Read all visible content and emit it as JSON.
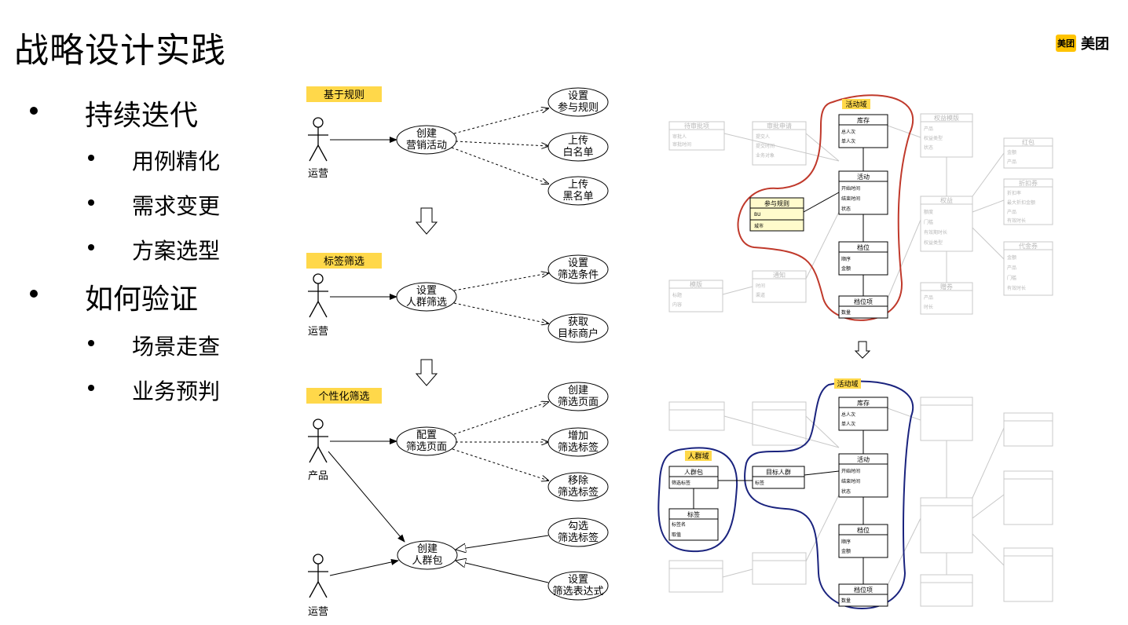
{
  "header": {
    "title": "战略设计实践",
    "logo_badge": "美团",
    "logo_text": "美团"
  },
  "outline": {
    "items": [
      {
        "label": "持续迭代",
        "level": 1
      },
      {
        "label": "用例精化",
        "level": 2
      },
      {
        "label": "需求变更",
        "level": 2
      },
      {
        "label": "方案选型",
        "level": 2
      },
      {
        "label": "如何验证",
        "level": 1
      },
      {
        "label": "场景走查",
        "level": 2
      },
      {
        "label": "业务预判",
        "level": 2
      }
    ]
  },
  "usecase": {
    "sections": [
      {
        "tag": "基于规则",
        "actor": "运营",
        "main": [
          "创建",
          "营销活动"
        ],
        "cases": [
          [
            "设置",
            "参与规则"
          ],
          [
            "上传",
            "白名单"
          ],
          [
            "上传",
            "黑名单"
          ]
        ]
      },
      {
        "tag": "标签筛选",
        "actor": "运营",
        "main": [
          "设置",
          "人群筛选"
        ],
        "cases": [
          [
            "设置",
            "筛选条件"
          ],
          [
            "获取",
            "目标商户"
          ]
        ]
      },
      {
        "tag": "个性化筛选",
        "actor": "产品",
        "main": [
          "配置",
          "筛选页面"
        ],
        "cases": [
          [
            "创建",
            "筛选页面"
          ],
          [
            "增加",
            "筛选标签"
          ],
          [
            "移除",
            "筛选标签"
          ]
        ]
      }
    ],
    "bottom": {
      "actor": "运营",
      "main": [
        "创建",
        "人群包"
      ],
      "cases": [
        [
          "勾选",
          "筛选标签"
        ],
        [
          "设置",
          "筛选表达式"
        ]
      ]
    }
  },
  "domain_top": {
    "region": "活动域",
    "core": [
      {
        "name": "库存",
        "attrs": [
          "总人次",
          "单人次"
        ]
      },
      {
        "name": "活动",
        "attrs": [
          "开始时间",
          "结束时间",
          "状态"
        ]
      },
      {
        "name": "参与规则",
        "attrs": [
          "BU",
          "城市"
        ]
      },
      {
        "name": "档位",
        "attrs": [
          "顺序",
          "金额"
        ]
      },
      {
        "name": "档位项",
        "attrs": [
          "数量"
        ]
      }
    ],
    "faded": [
      {
        "name": "待审批项",
        "attrs": [
          "审批人",
          "审批时间"
        ]
      },
      {
        "name": "审批申请",
        "attrs": [
          "提交人",
          "提交时间",
          "业务对象"
        ]
      },
      {
        "name": "权益模版",
        "attrs": [
          "产品",
          "权益类型",
          "状态"
        ]
      },
      {
        "name": "红包",
        "attrs": [
          "金额",
          "产品"
        ]
      },
      {
        "name": "折扣券",
        "attrs": [
          "折扣率",
          "最大折扣金额",
          "产品",
          "有效时长"
        ]
      },
      {
        "name": "权益",
        "attrs": [
          "额度",
          "门槛",
          "有效期时长",
          "权益类型"
        ]
      },
      {
        "name": "代金券",
        "attrs": [
          "金额",
          "产品",
          "门槛",
          "有效时长"
        ]
      },
      {
        "name": "模版",
        "attrs": [
          "标题",
          "内容"
        ]
      },
      {
        "name": "通知",
        "attrs": [
          "时间",
          "渠道"
        ]
      },
      {
        "name": "赠券",
        "attrs": [
          "产品",
          "时长"
        ]
      }
    ]
  },
  "domain_bottom": {
    "region": "活动域",
    "crowd_region": "人群域",
    "core": [
      {
        "name": "库存",
        "attrs": [
          "总人次",
          "单人次"
        ]
      },
      {
        "name": "活动",
        "attrs": [
          "开始时间",
          "结束时间",
          "状态"
        ]
      },
      {
        "name": "目标人群",
        "attrs": [
          "标签"
        ]
      },
      {
        "name": "档位",
        "attrs": [
          "顺序",
          "金额"
        ]
      },
      {
        "name": "档位项",
        "attrs": [
          "数量"
        ]
      },
      {
        "name": "人群包",
        "attrs": [
          "筛选标签"
        ]
      },
      {
        "name": "标签",
        "attrs": [
          "标签名",
          "取值"
        ]
      }
    ]
  }
}
